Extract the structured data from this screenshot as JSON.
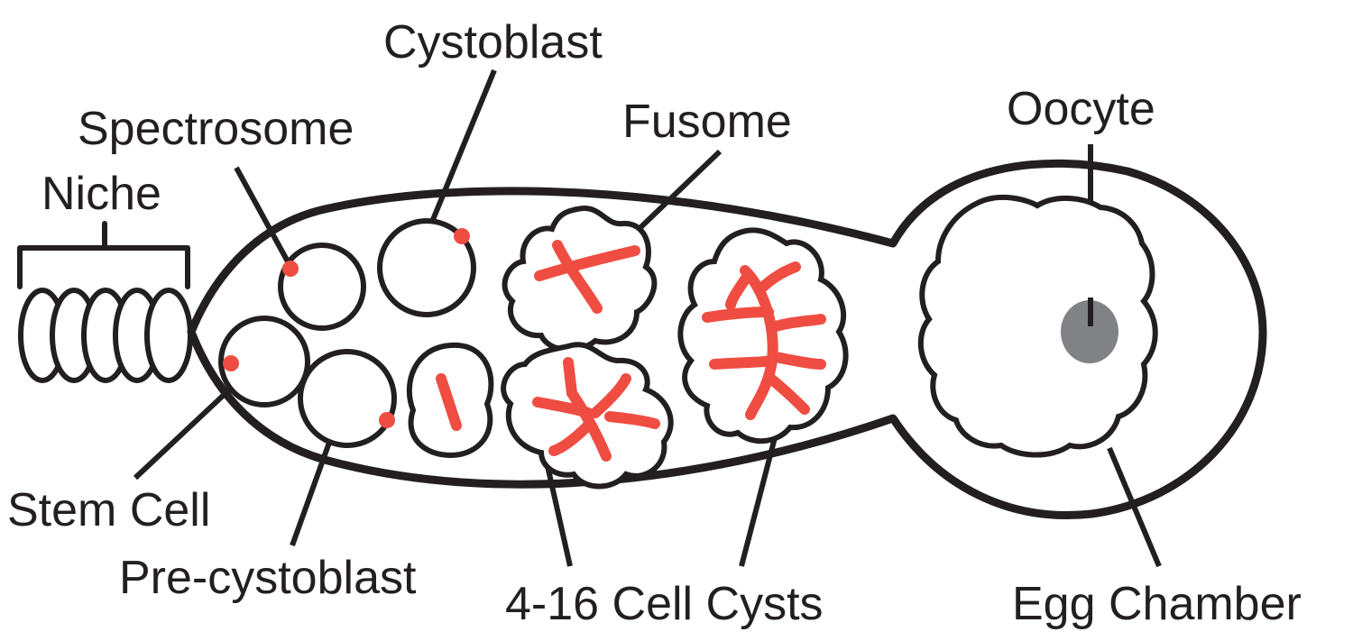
{
  "labels": {
    "niche": "Niche",
    "spectrosome": "Spectrosome",
    "cystoblast": "Cystoblast",
    "fusome": "Fusome",
    "oocyte": "Oocyte",
    "stem_cell": "Stem Cell",
    "pre_cystoblast": "Pre-cystoblast",
    "cell_cysts": "4-16 Cell Cysts",
    "egg_chamber": "Egg Chamber"
  },
  "colors": {
    "outline": "#231f20",
    "fusome": "#ef4d42",
    "oocyte_nucleus": "#808285",
    "background": "#ffffff"
  }
}
